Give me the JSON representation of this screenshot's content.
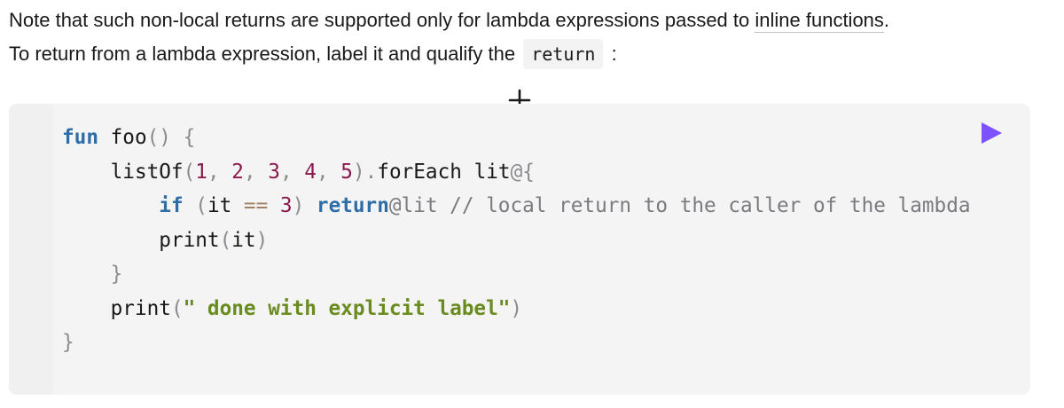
{
  "prose": {
    "line1_text": "Note that such non-local returns are supported only for lambda expressions passed to ",
    "line1_link": "inline functions",
    "line1_end": ".",
    "line2_text": "To return from a lambda expression, label it and qualify the ",
    "line2_code": "return",
    "line2_end": " :"
  },
  "toolbar": {
    "expand_icon": "plus-icon",
    "run_icon": "play-icon",
    "run_color": "#7f52ff"
  },
  "code": {
    "l1": {
      "kw": "fun",
      "name": " foo",
      "parens": "()",
      "brace": " {"
    },
    "l2": {
      "indent": "    ",
      "fn": "listOf",
      "open": "(",
      "n1": "1",
      "c1": ", ",
      "n2": "2",
      "c2": ", ",
      "n3": "3",
      "c3": ", ",
      "n4": "4",
      "c4": ", ",
      "n5": "5",
      "close": ")",
      "dot": ".",
      "method": "forEach",
      "label": " lit",
      "at": "@",
      "brace": "{"
    },
    "l3": {
      "indent": "        ",
      "kw": "if",
      "open": " (",
      "var": "it",
      "op": " ==",
      "num": " 3",
      "close": ")",
      "ret": " return",
      "retlabel": "@lit",
      "comment": " // local return to the caller of the lambda"
    },
    "l4": {
      "indent": "        ",
      "fn": "print",
      "open": "(",
      "arg": "it",
      "close": ")"
    },
    "l5": {
      "indent": "    ",
      "brace": "}"
    },
    "l6": {
      "indent": "    ",
      "fn": "print",
      "open": "(",
      "str": "\" done with explicit label\"",
      "close": ")"
    },
    "l7": {
      "brace": "}"
    }
  }
}
